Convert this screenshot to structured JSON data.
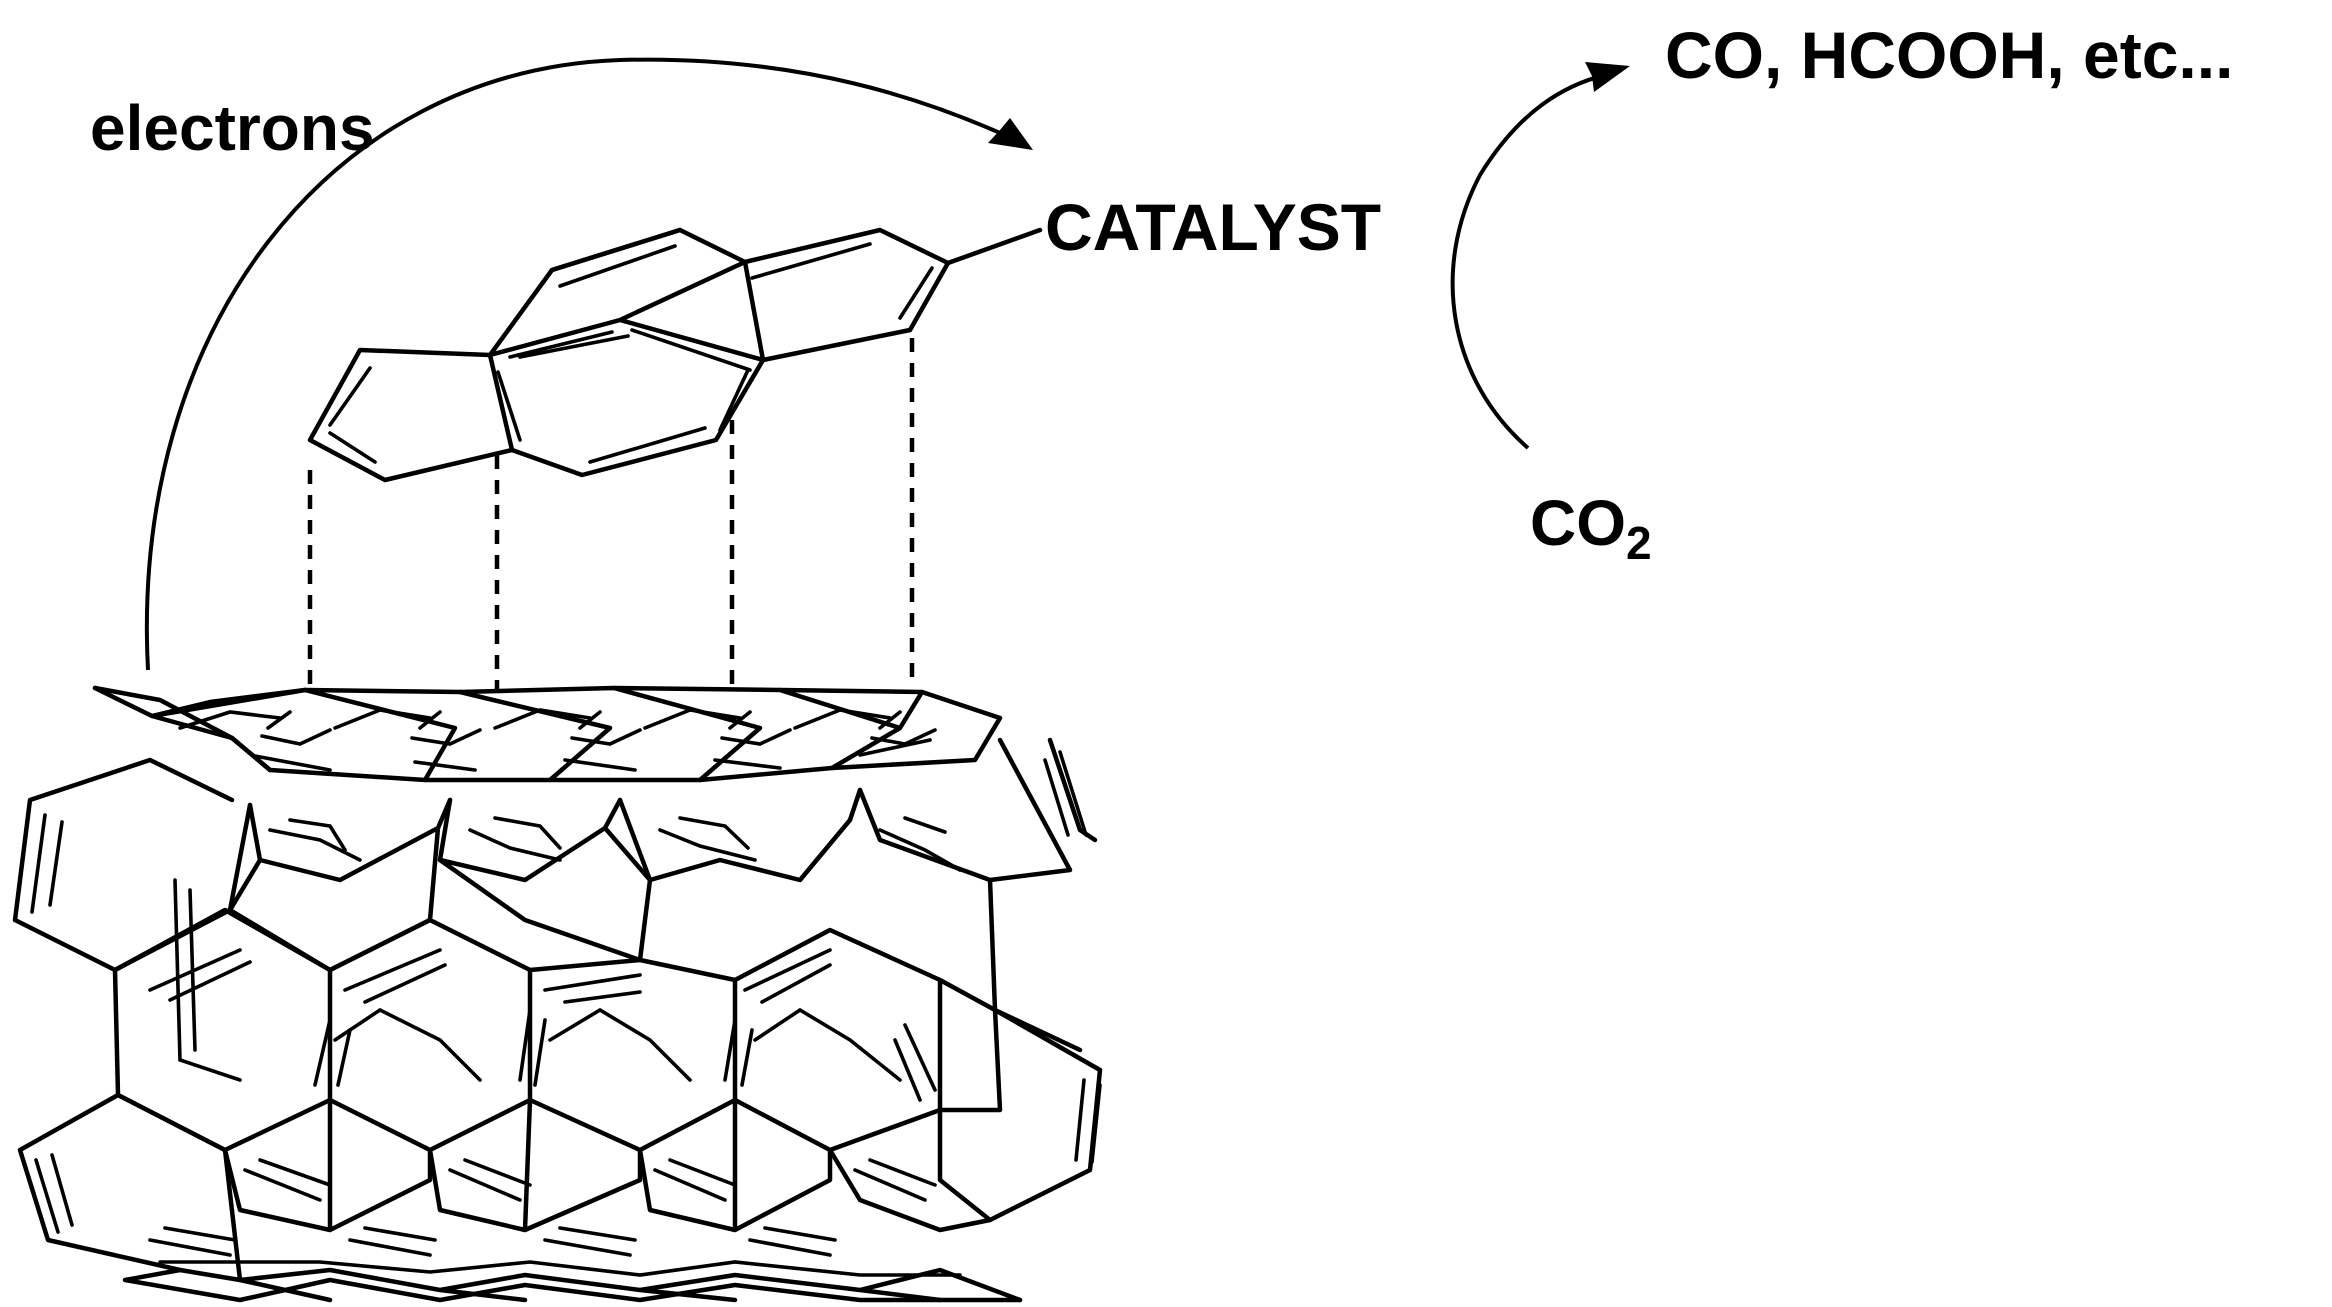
{
  "labels": {
    "electrons": "electrons",
    "catalyst": "CATALYST",
    "products": "CO, HCOOH, etc...",
    "co2_main": "CO",
    "co2_sub": "2"
  },
  "colors": {
    "ink": "#000000",
    "background": "#ffffff"
  }
}
